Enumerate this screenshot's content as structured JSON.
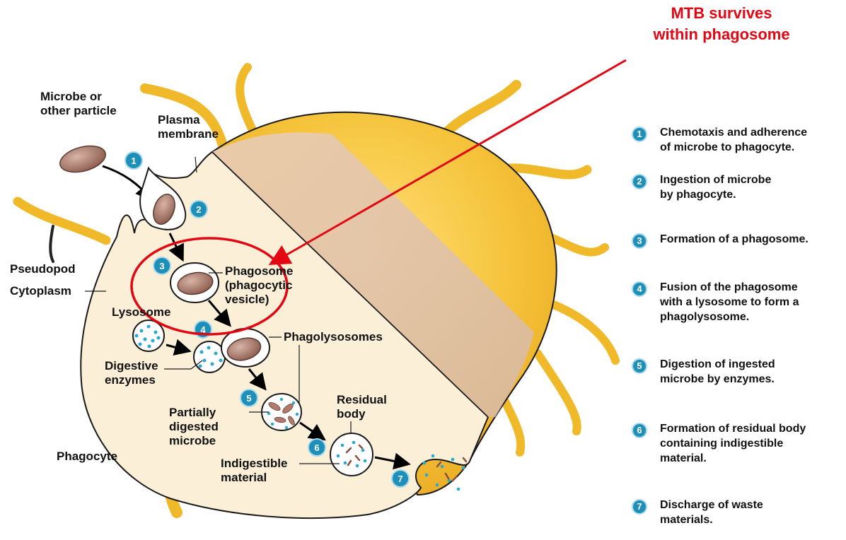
{
  "callout": {
    "text": "MTB survives\nwithin phagosome",
    "color": "#e30613"
  },
  "labels": {
    "microbe": "Microbe or\nother particle",
    "plasma_membrane": "Plasma\nmembrane",
    "pseudopod": "Pseudopod",
    "cytoplasm": "Cytoplasm",
    "phagosome": "Phagosome\n(phagocytic\nvesicle)",
    "lysosome": "Lysosome",
    "phagolysosomes": "Phagolysosomes",
    "digestive_enzymes": "Digestive\nenzymes",
    "residual_body": "Residual\nbody",
    "partially_digested": "Partially\ndigested\nmicrobe",
    "phagocyte": "Phagocyte",
    "indigestible": "Indigestible\nmaterial"
  },
  "steps": [
    {
      "num": "1",
      "text": "Chemotaxis and adherence\nof microbe to phagocyte."
    },
    {
      "num": "2",
      "text": "Ingestion of microbe\nby phagocyte."
    },
    {
      "num": "3",
      "text": "Formation of a phagosome."
    },
    {
      "num": "4",
      "text": "Fusion of the phagosome\nwith a lysosome to form a\nphagolysosome."
    },
    {
      "num": "5",
      "text": "Digestion of ingested\nmicrobe by enzymes."
    },
    {
      "num": "6",
      "text": "Formation of residual body\ncontaining indigestible\nmaterial."
    },
    {
      "num": "7",
      "text": "Discharge of waste\nmaterials."
    }
  ],
  "colors": {
    "cell_fill": "#fbefd8",
    "cell_outline": "#1a1a1a",
    "pseudopod": "#f3c131",
    "microbe": "#9a6c5f",
    "enzyme_dot": "#2ba8d0",
    "badge": "#1e8fb8",
    "callout": "#e30613"
  }
}
